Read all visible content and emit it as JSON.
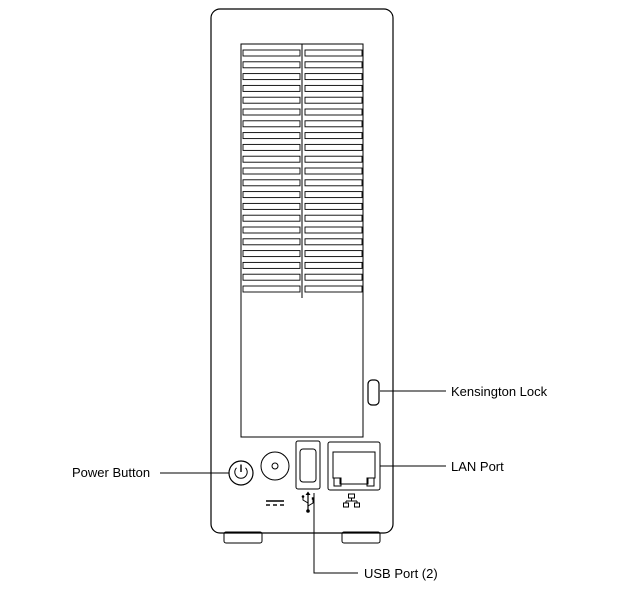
{
  "labels": {
    "kensington_lock": "Kensington Lock",
    "lan_port": "LAN Port",
    "power_button": "Power Button",
    "usb_port": "USB Port (2)"
  },
  "icons": [
    "power-icon",
    "dc-power-symbol-icon",
    "usb-symbol-icon",
    "network-symbol-icon"
  ],
  "colors": {
    "line": "#000000",
    "background": "#ffffff"
  }
}
